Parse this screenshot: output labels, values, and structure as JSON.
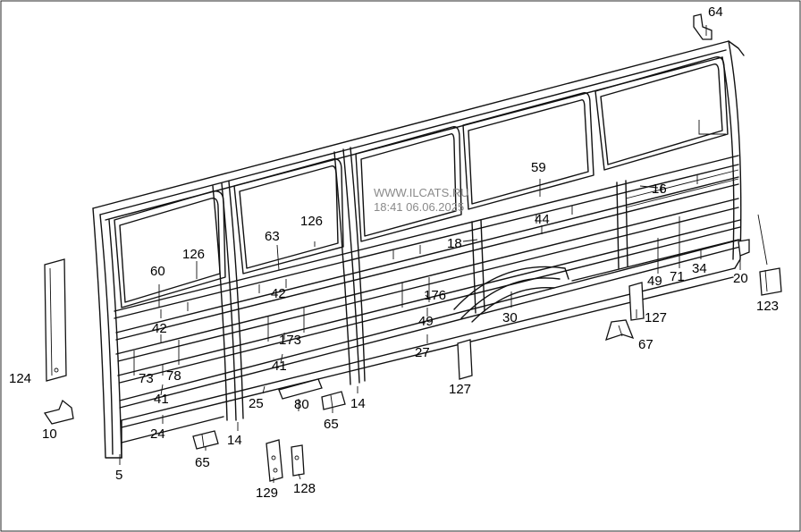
{
  "watermark": {
    "site": "WWW.ILCATS.RU",
    "timestamp": "18:41 06.06.2025"
  },
  "callouts": [
    {
      "id": "c64",
      "label": "64"
    },
    {
      "id": "c16",
      "label": "16"
    },
    {
      "id": "c59",
      "label": "59"
    },
    {
      "id": "c44",
      "label": "44"
    },
    {
      "id": "c18",
      "label": "18"
    },
    {
      "id": "c126a",
      "label": "126"
    },
    {
      "id": "c126b",
      "label": "126"
    },
    {
      "id": "c63",
      "label": "63"
    },
    {
      "id": "c60",
      "label": "60"
    },
    {
      "id": "c42a",
      "label": "42"
    },
    {
      "id": "c42b",
      "label": "42"
    },
    {
      "id": "c73a",
      "label": "73"
    },
    {
      "id": "c78",
      "label": "78"
    },
    {
      "id": "c41a",
      "label": "41"
    },
    {
      "id": "c173",
      "label": "173"
    },
    {
      "id": "c41b",
      "label": "41"
    },
    {
      "id": "c176",
      "label": "176"
    },
    {
      "id": "c49a",
      "label": "49"
    },
    {
      "id": "c27",
      "label": "27"
    },
    {
      "id": "c30",
      "label": "30"
    },
    {
      "id": "c49b",
      "label": "49"
    },
    {
      "id": "c71",
      "label": "71"
    },
    {
      "id": "c34",
      "label": "34"
    },
    {
      "id": "c20",
      "label": "20"
    },
    {
      "id": "c123",
      "label": "123"
    },
    {
      "id": "c127a",
      "label": "127"
    },
    {
      "id": "c67",
      "label": "67"
    },
    {
      "id": "c127b",
      "label": "127"
    },
    {
      "id": "c124",
      "label": "124"
    },
    {
      "id": "c10",
      "label": "10"
    },
    {
      "id": "c24",
      "label": "24"
    },
    {
      "id": "c5",
      "label": "5"
    },
    {
      "id": "c65a",
      "label": "65"
    },
    {
      "id": "c14a",
      "label": "14"
    },
    {
      "id": "c25",
      "label": "25"
    },
    {
      "id": "c80",
      "label": "80"
    },
    {
      "id": "c65b",
      "label": "65"
    },
    {
      "id": "c14b",
      "label": "14"
    },
    {
      "id": "c129",
      "label": "129"
    },
    {
      "id": "c128",
      "label": "128"
    }
  ]
}
